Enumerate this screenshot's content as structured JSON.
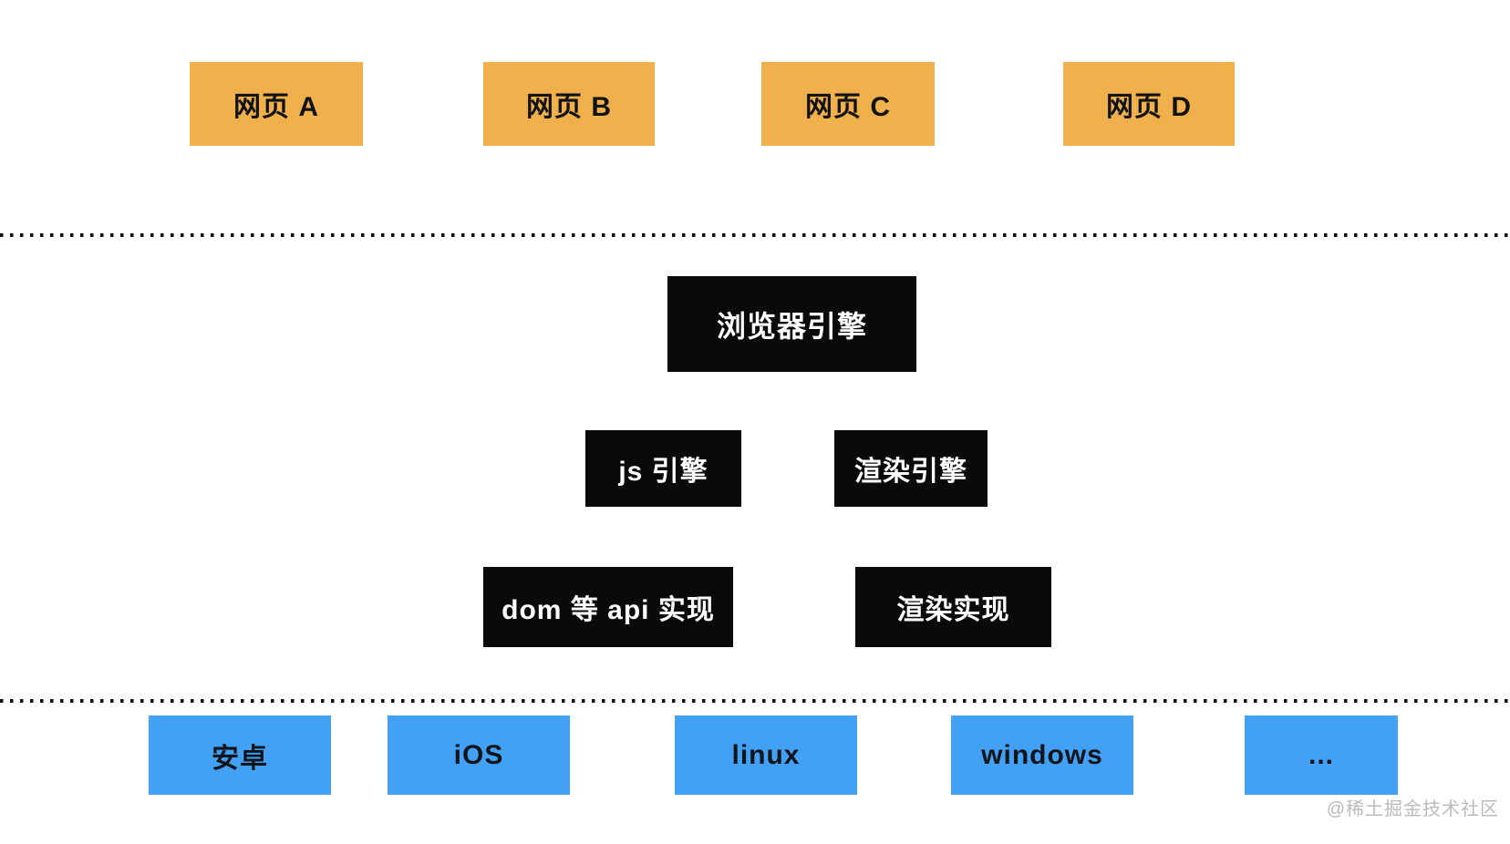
{
  "diagram": {
    "title_semantic": "browser-architecture-layers",
    "web_pages": [
      {
        "label": "网页 A"
      },
      {
        "label": "网页 B"
      },
      {
        "label": "网页 C"
      },
      {
        "label": "网页 D"
      }
    ],
    "browser_engine": {
      "label": "浏览器引擎"
    },
    "engines": [
      {
        "label": "js 引擎"
      },
      {
        "label": "渲染引擎"
      }
    ],
    "implementations": [
      {
        "label": "dom 等 api 实现"
      },
      {
        "label": "渲染实现"
      }
    ],
    "platforms": [
      {
        "label": "安卓"
      },
      {
        "label": "iOS"
      },
      {
        "label": "linux"
      },
      {
        "label": "windows"
      },
      {
        "label": "..."
      }
    ],
    "watermark": "@稀土掘金技术社区",
    "colors": {
      "webpage_box": "#F0B04C",
      "engine_box": "#0a0a0a",
      "platform_box": "#42A0F5",
      "engine_text": "#ffffff",
      "dark_text": "#121212",
      "separator": "#111111",
      "watermark_text": "#bbbbbb",
      "background": "#ffffff"
    }
  }
}
